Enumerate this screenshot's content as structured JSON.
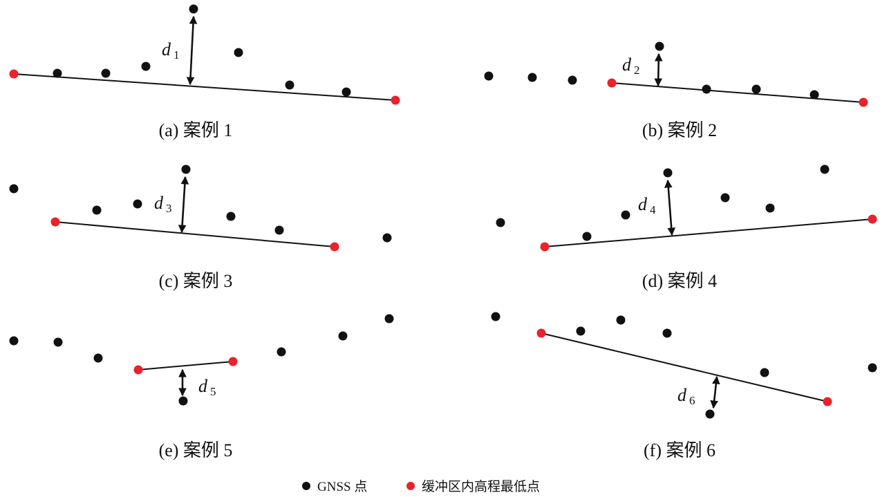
{
  "panels": [
    {
      "caption": "(a) 案例 1",
      "d_label": "d",
      "d_sub": "1"
    },
    {
      "caption": "(b) 案例 2",
      "d_label": "d",
      "d_sub": "2"
    },
    {
      "caption": "(c) 案例 3",
      "d_label": "d",
      "d_sub": "3"
    },
    {
      "caption": "(d) 案例 4",
      "d_label": "d",
      "d_sub": "4"
    },
    {
      "caption": "(e) 案例 5",
      "d_label": "d",
      "d_sub": "5"
    },
    {
      "caption": "(f) 案例 6",
      "d_label": "d",
      "d_sub": "6"
    }
  ],
  "legend": {
    "gnss_label": "GNSS 点",
    "lowest_label": "缓冲区内高程最低点"
  },
  "colors": {
    "gnss": "#111111",
    "lowest": "#e8232a",
    "line": "#111111"
  }
}
